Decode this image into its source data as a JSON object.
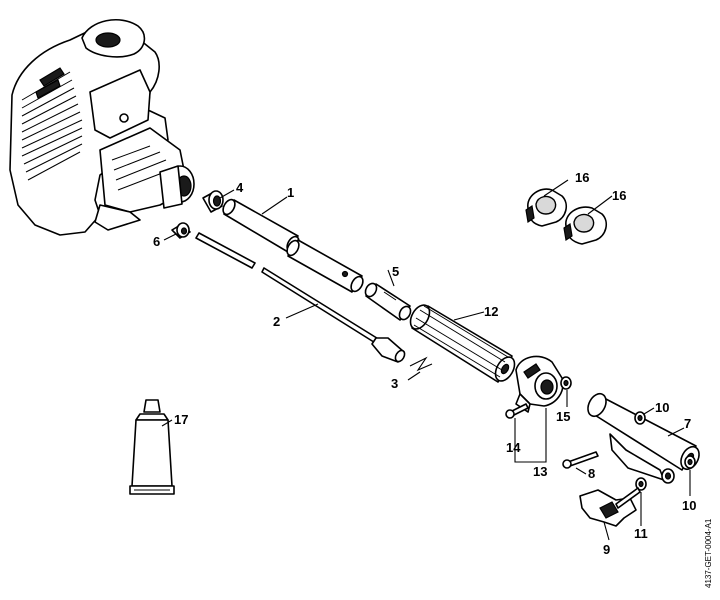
{
  "callouts": {
    "c1": "1",
    "c2": "2",
    "c3": "3",
    "c4": "4",
    "c5": "5",
    "c6": "6",
    "c7": "7",
    "c8": "8",
    "c9": "9",
    "c10a": "10",
    "c10b": "10",
    "c11": "11",
    "c12": "12",
    "c13": "13",
    "c14": "14",
    "c15": "15",
    "c16a": "16",
    "c16b": "16",
    "c17": "17"
  },
  "drawing_code": "4137-GET-0004-A1"
}
